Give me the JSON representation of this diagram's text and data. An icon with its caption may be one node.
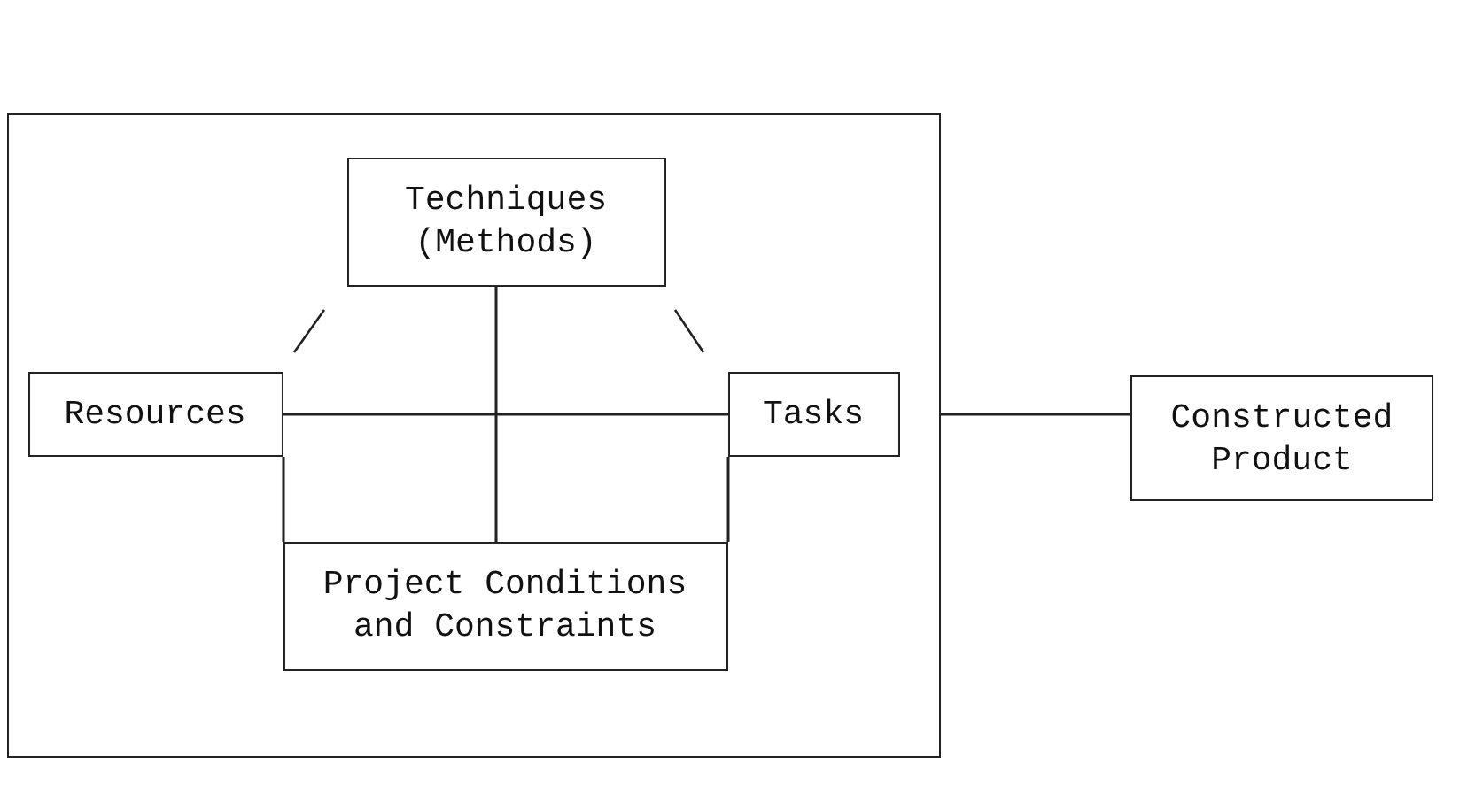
{
  "diagram": {
    "nodes": [
      {
        "text": [],
        "shape": "box"
      },
      {
        "text": [
          "Techniques (Methods)"
        ],
        "in": 0
      },
      {
        "text": [
          "Resources"
        ],
        "in": 0
      },
      {
        "text": [
          "Tasks"
        ],
        "in": 0
      },
      {
        "text": [
          "Project Conditions and Constraints"
        ],
        "in": 0
      },
      {
        "text": [
          "Constructed Product"
        ]
      }
    ],
    "edges": [
      {
        "from": 2,
        "to": 3,
        "arrow": "none"
      },
      {
        "from": 1,
        "to": 4,
        "arrow": "none"
      },
      {
        "from": 2,
        "to": 4,
        "arrow": "none"
      },
      {
        "from": 3,
        "to": 4,
        "arrow": "none"
      },
      {
        "from": 0,
        "to": 5,
        "arrow": "none"
      }
    ]
  }
}
